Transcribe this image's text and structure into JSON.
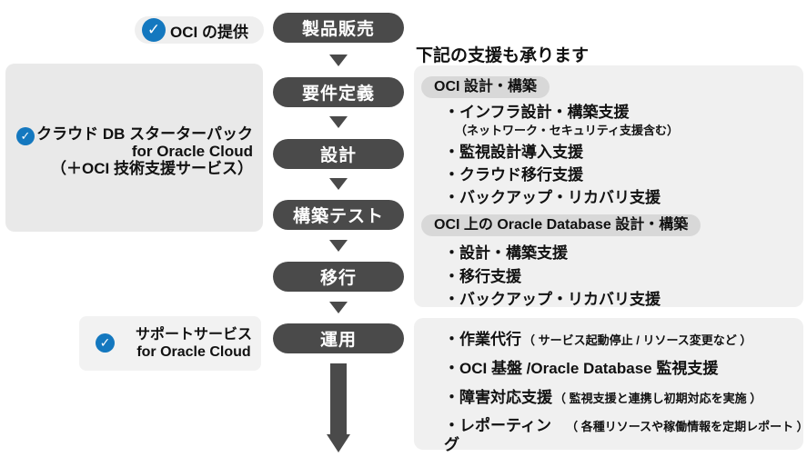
{
  "colors": {
    "dark_gray": "#4a4a4a",
    "check_blue": "#1478bf",
    "right_box_gray": "#f0f0f0",
    "left_box_gray": "#e9e9e9",
    "badge_gray": "#d8d8d8"
  },
  "provision": {
    "label": "OCI の提供"
  },
  "flow": {
    "steps": [
      "製品販売",
      "要件定義",
      "設計",
      "構築テスト",
      "移行",
      "運用"
    ]
  },
  "starter_pack": {
    "line1": "クラウド DB スターターパック",
    "line2": "for Oracle Cloud",
    "line3": "（＋OCI 技術支援サービス）"
  },
  "support_service": {
    "line1": "サポートサービス",
    "line2": "for Oracle Cloud"
  },
  "right": {
    "heading": "下記の支援も承ります",
    "design_box": {
      "badge1": "OCI 設計・構築",
      "item1": "・インフラ設計・構築支援",
      "item1_note": "（ネットワーク・セキュリティ支援含む）",
      "item2": "・監視設計導入支援",
      "item3": "・クラウド移行支援",
      "item4": "・バックアップ・リカバリ支援",
      "badge2": "OCI 上の Oracle Database 設計・構築",
      "item5": "・設計・構築支援",
      "item6": "・移行支援",
      "item7": "・バックアップ・リカバリ支援"
    },
    "operation_box": {
      "row1": "・作業代行",
      "row1_note": "（ サービス起動停止 / リソース変更など ）",
      "row2": "・OCI 基盤 /Oracle Database 監視支援",
      "row2_note": "",
      "row3": "・障害対応支援",
      "row3_note": "（ 監視支援と連携し初期対応を実施 ）",
      "row4": "・レポーティング",
      "row4_note": "（ 各種リソースや稼働情報を定期レポート ）"
    }
  },
  "icons": {
    "check": "✓"
  }
}
